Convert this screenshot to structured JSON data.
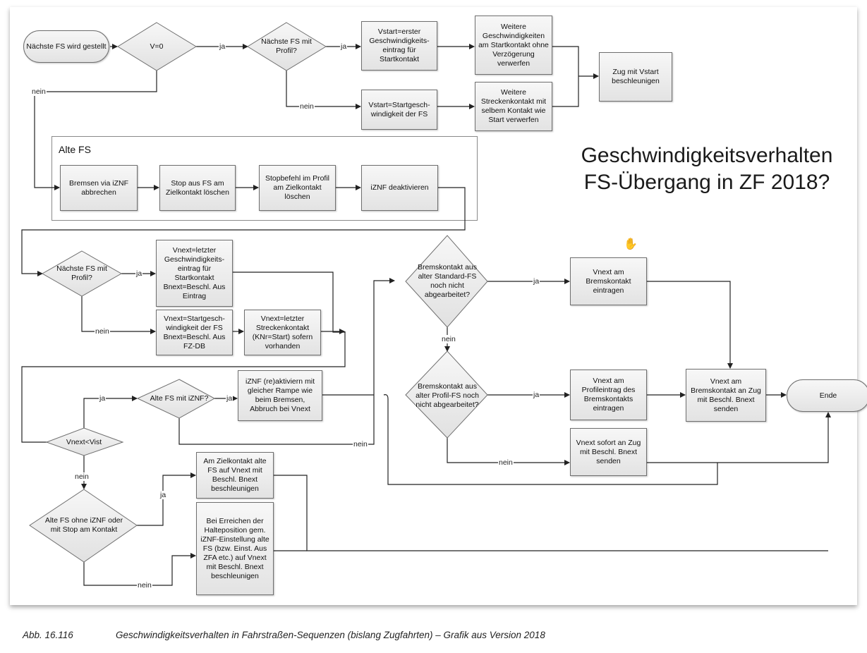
{
  "title": "Geschwindigkeitsverhalten\nFS-Übergang in ZF 2018?",
  "group_title": "Alte FS",
  "nodes": {
    "start": "Nächste FS wird gestellt",
    "v0": "V=0",
    "d_profil1": "Nächste FS mit Profil?",
    "vstart1": "Vstart=erster Geschwindigkeits-eintrag für Startkontakt",
    "vstart2": "Vstart=Startgesch-windigkeit der FS",
    "weitere1": "Weitere Geschwindigkeiten am Startkontakt ohne Verzögerung verwerfen",
    "weitere2": "Weitere Streckenkontakt mit selbem Kontakt wie Start verwerfen",
    "zug_vstart": "Zug mit Vstart beschleunigen",
    "bremsen": "Bremsen via iZNF abbrechen",
    "stop_loeschen": "Stop aus FS am Zielkontakt löschen",
    "stopbefehl": "Stopbefehl im Profil am Zielkontakt löschen",
    "iznf_deakt": "iZNF deaktivieren",
    "d_profil2": "Nächste FS mit Profil?",
    "vnext1": "Vnext=letzter Geschwindigkeits-eintrag für Startkontakt Bnext=Beschl. Aus Eintrag",
    "vnext2": "Vnext=Startgesch-windigkeit der FS Bnext=Beschl. Aus FZ-DB",
    "vnext3": "Vnext=letzter Streckenkontakt (KNr=Start) sofern vorhanden",
    "d_vnext_vist": "Vnext<Vist",
    "d_alte_iznf": "Alte FS mit iZNF?",
    "iznf_reakt": "iZNF (re)aktiviern mit gleicher Rampe wie beim Bremsen, Abbruch bei Vnext",
    "d_brems_std": "Bremskontakt aus alter Standard-FS noch nicht abgearbeitet?",
    "d_brems_profil": "Bremskontakt aus alter Profil-FS noch nicht abgearbeitet?",
    "vnext_brems": "Vnext am Bremskontakt eintragen",
    "vnext_profileintrag": "Vnext am Profileintrag des Bremskontakts eintragen",
    "vnext_sofort": "Vnext sofort an Zug mit Beschl. Bnext senden",
    "vnext_zug": "Vnext am Bremskontakt an Zug mit Beschl. Bnext senden",
    "ende": "Ende",
    "d_alte_ohne": "Alte FS ohne iZNF oder mit Stop am Kontakt",
    "am_ziel": "Am Zielkontakt alte FS auf Vnext mit Beschl. Bnext beschleunigen",
    "bei_erreichen": "Bei Erreichen der Halteposition gem. iZNF-Einstellung alte FS (bzw. Einst. Aus ZFA etc.)  auf Vnext mit Beschl. Bnext beschleunigen"
  },
  "labels": {
    "yes": "ja",
    "no": "nein"
  },
  "caption": {
    "number": "Abb. 16.116",
    "text": "Geschwindigkeitsverhalten in Fahrstraßen-Sequenzen (bislang Zugfahrten) – Grafik aus Version 2018"
  },
  "icons": {
    "cursor": "hand-grab-cursor-icon"
  }
}
